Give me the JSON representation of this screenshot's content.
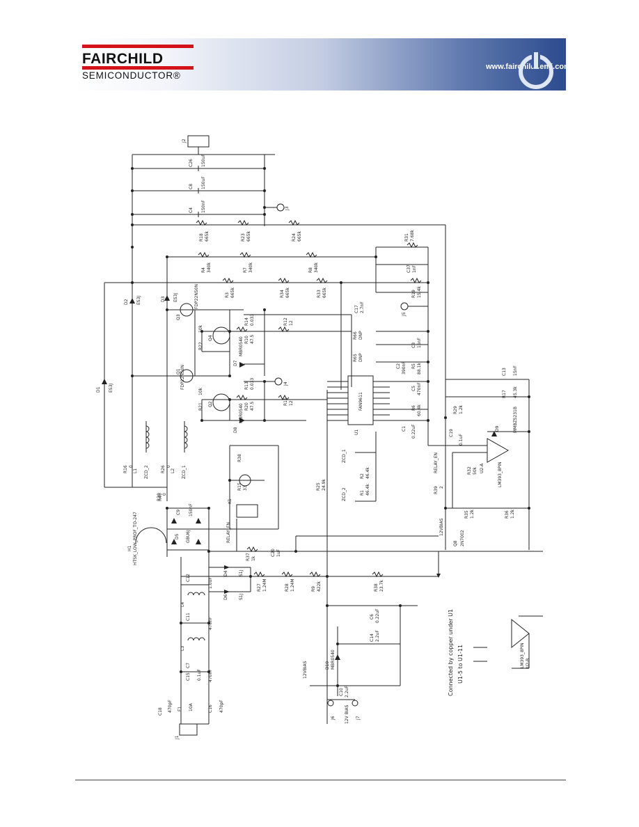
{
  "header": {
    "brand": "FAIRCHILD",
    "sub": "SEMICONDUCTOR®",
    "url": "www.fairchildsemi.com",
    "brand_color": "#d4121a",
    "banner_color": "#2c4b8e"
  },
  "labels": {
    "J2": "J2",
    "C26": "C26",
    "C26v": "150uF",
    "C8": "C8",
    "C8v": "150uF",
    "C4": "C4",
    "C4v": "150nF",
    "J3": "J3",
    "R18": "R18",
    "R18v": "665k",
    "R23": "R23",
    "R23v": "665k",
    "R24": "R24",
    "R24v": "665k",
    "R31": "R31",
    "R31v": "7.68k",
    "R4": "R4",
    "R4v": "340k",
    "R7": "R7",
    "R7v": "340k",
    "R8": "R8",
    "R8v": "340k",
    "C37": "C37",
    "C37v": "1nF",
    "R3": "R3",
    "R3v": "665k",
    "R34": "R34",
    "R34v": "665k",
    "R33": "R33",
    "R33v": "665k",
    "R19": "R19",
    "R19v": "15.4k",
    "J5": "J5",
    "D2": "D2",
    "D2v": "ES3J",
    "D3": "D3",
    "D3v": "ES3J",
    "D1": "D1",
    "D1v": "ES3J",
    "Q3": "Q3",
    "Q3v": "FDP22N50N",
    "Q1": "Q1",
    "Q1v": "FDP22N50N",
    "Q4": "Q4",
    "Q2": "Q2",
    "R22": "R22",
    "R22v": "10k",
    "R21": "R21",
    "R21v": "10k",
    "R14": "R14",
    "R14v": "0.033",
    "R10": "R10",
    "R10v": "47.5",
    "R12": "R12",
    "R12v": "12",
    "R11": "R11",
    "R11v": "12",
    "R13": "R13",
    "R13v": "0.033",
    "R20": "R20",
    "R20v": "47.5",
    "C17": "C17",
    "C17v": "2.7nF",
    "D7": "D7",
    "D7v": "MBR0540",
    "D8": "D8",
    "D8v": "MBR0540",
    "J4": "J4",
    "U1": "U1",
    "U1v": "FAN9611",
    "R6": "R6",
    "R6v": "60.4k",
    "C1": "C1",
    "C1v": "0.22uF",
    "C2": "C2",
    "C2v": "390nF",
    "R5": "R5",
    "R5v": "88.1k",
    "C3": "C3",
    "C3v": "15nF",
    "C5": "C5",
    "C5v": "470nF",
    "R66": "R66",
    "R66v": "DNP",
    "R65": "R65",
    "R65v": "DNP",
    "C13": "C13",
    "C13v": "15nF",
    "R17": "R17",
    "R17v": "45.3k",
    "R29": "R29",
    "R29v": "1.2k",
    "D9": "D9",
    "D9v": "MMBZ5231B",
    "C19": "C19",
    "C19v": "0.1uF",
    "L1": "L1",
    "L2": "L2",
    "R16": "R16",
    "R16v": "0",
    "R26": "R26",
    "R26v": "0",
    "ZCD2": "ZCD_2",
    "ZCD1": "ZCD_1",
    "ZCD1b": "ZCD_1",
    "ZCD2b": "ZCD_2",
    "R30": "R30",
    "R30v": "0",
    "R15": "R15",
    "R15v": "33",
    "K1": "K1",
    "R25": "R25",
    "R25v": "24.9k",
    "R2": "R2",
    "R2v": "46.4k",
    "R1": "R1",
    "R1v": "46.4k",
    "RELAYEN": "RELAY_EN",
    "RELAYEN2": "RELAY_EN",
    "R32": "R32",
    "R32v": "50k",
    "U2A": "U2-A",
    "U2Av": "LM393_8PIN",
    "R39": "R39",
    "R39v": "2",
    "R35": "R35",
    "R35v": "1.2k",
    "R36": "R36",
    "R36v": "1.2k",
    "B12V": "12VBIAS",
    "Q8": "Q8",
    "Q8v": "2N7002",
    "R40": "R40",
    "C9": "C9",
    "C9v": "150nF",
    "H1": "H1",
    "H1v": "HTSK_LOW_PROF_TO-247",
    "D5": "D5",
    "D5v": "GBU6J",
    "R37": "R37",
    "R37v": "1k",
    "C20": "C20",
    "C20v": "1uF",
    "C12": "C12",
    "C12v": "1.0uF",
    "D4": "D4",
    "D4v": "S1J",
    "D6": "D6",
    "D6v": "S1J",
    "R27": "R27",
    "R27v": "1.24M",
    "R28": "R28",
    "R28v": "1.24M",
    "R9": "R9",
    "R9v": "422k",
    "R38": "R38",
    "R38v": "23.7k",
    "L4": "L4",
    "C11": "C11",
    "C11v": "470nF",
    "L3": "L3",
    "C7": "C7",
    "C15": "C15",
    "C7v": "470nF",
    "C15v": "0.1uF",
    "C6": "C6",
    "C6v": "0.22uF",
    "C14": "C14",
    "C14v": "2.2uF",
    "D10": "D10",
    "D10v": "MBR0540",
    "B12V2": "12VBIAS",
    "F1": "F1",
    "F1v": "10A",
    "C18": "C18",
    "C18v": "470pF",
    "C16": "C16",
    "C16v": "470pF",
    "J1": "J1",
    "J6": "J6",
    "J7": "J7",
    "C10": "C10",
    "C10v": "2.2uF",
    "B12V3": "12V BIAS",
    "note1": "Connected by copper under U1",
    "note2": "U1-5 to U1-11",
    "U2B": "U2-B",
    "U2Bv": "LM393_8PIN"
  }
}
